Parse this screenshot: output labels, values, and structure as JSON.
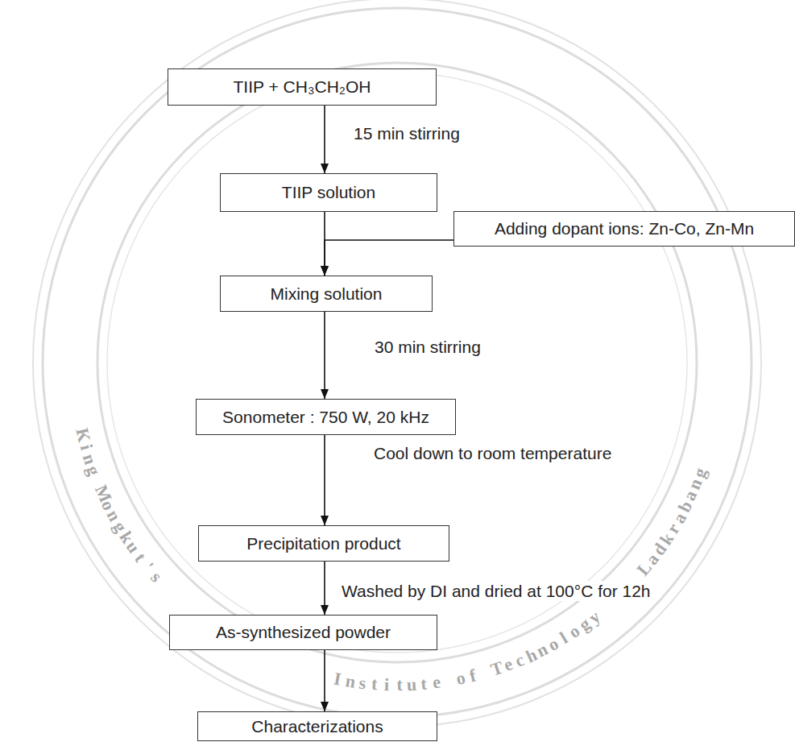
{
  "diagram": {
    "nodes": [
      {
        "text": [
          "TIIP + CH₃CH₂OH"
        ]
      },
      {
        "text": [
          "TIIP solution"
        ]
      },
      {
        "text": [
          "Adding dopant ions: Zn-Co, Zn-Mn"
        ]
      },
      {
        "text": [
          "Mixing solution"
        ]
      },
      {
        "text": [
          "Sonometer : 750 W, 20 kHz"
        ]
      },
      {
        "text": [
          "Precipitation product"
        ]
      },
      {
        "text": [
          "As-synthesized powder"
        ]
      },
      {
        "text": [
          "Characterizations"
        ]
      }
    ],
    "edges": [
      {
        "from": 0,
        "to": 1,
        "arrow": "to",
        "label": "15 min stirring"
      },
      {
        "from": 1,
        "to": 3,
        "arrow": "to"
      },
      {
        "from": 2,
        "to": 3,
        "arrow": "to"
      },
      {
        "from": 3,
        "to": 4,
        "arrow": "to",
        "label": "30 min stirring"
      },
      {
        "from": 4,
        "to": 5,
        "arrow": "to",
        "label": "Cool down to room temperature"
      },
      {
        "from": 5,
        "to": 6,
        "arrow": "to",
        "label": "Washed by DI and dried at 100°C for 12h"
      },
      {
        "from": 6,
        "to": 7,
        "arrow": "to"
      }
    ],
    "labels": [
      "King Mongkut's Institute of Technology Ladkrabang"
    ]
  }
}
